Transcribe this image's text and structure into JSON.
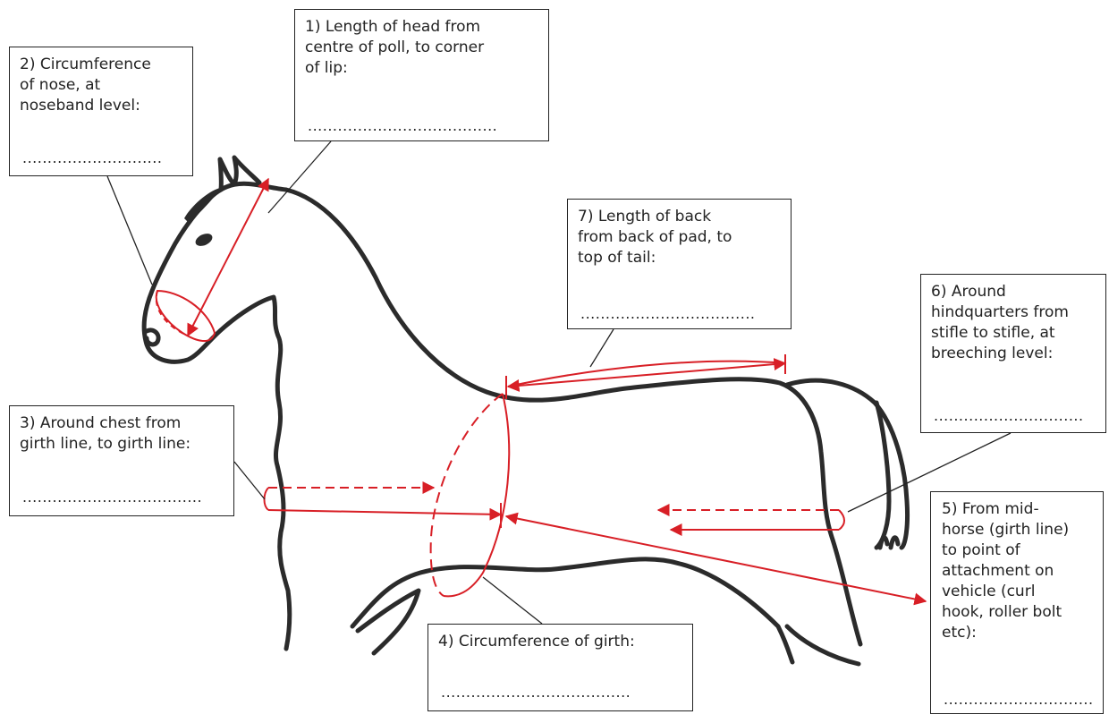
{
  "colors": {
    "outline": "#2b2b2b",
    "measure": "#d81f26",
    "box_border": "#222222"
  },
  "labels": {
    "head_length": {
      "text": "1) Length of head from\ncentre of poll, to corner\nof lip:",
      "dots": "......................................"
    },
    "nose_circumference": {
      "text": "2) Circumference\nof nose, at\nnoseband level:",
      "dots": "............................"
    },
    "chest": {
      "text": "3) Around chest from\ngirth line, to girth line:",
      "dots": "...................................."
    },
    "girth": {
      "text": "4) Circumference of girth:",
      "dots": "......................................"
    },
    "attachment": {
      "text": "5) From mid-\nhorse (girth line)\nto point of\nattachment on\nvehicle (curl\nhook, roller bolt\netc):",
      "dots": ".............................."
    },
    "hindquarters": {
      "text": "6) Around\nhindquarters from\nstifle to stifle, at\nbreeching level:",
      "dots": ".............................."
    },
    "back_length": {
      "text": "7) Length of back\nfrom back of pad, to\ntop of tail:",
      "dots": "..................................."
    }
  }
}
